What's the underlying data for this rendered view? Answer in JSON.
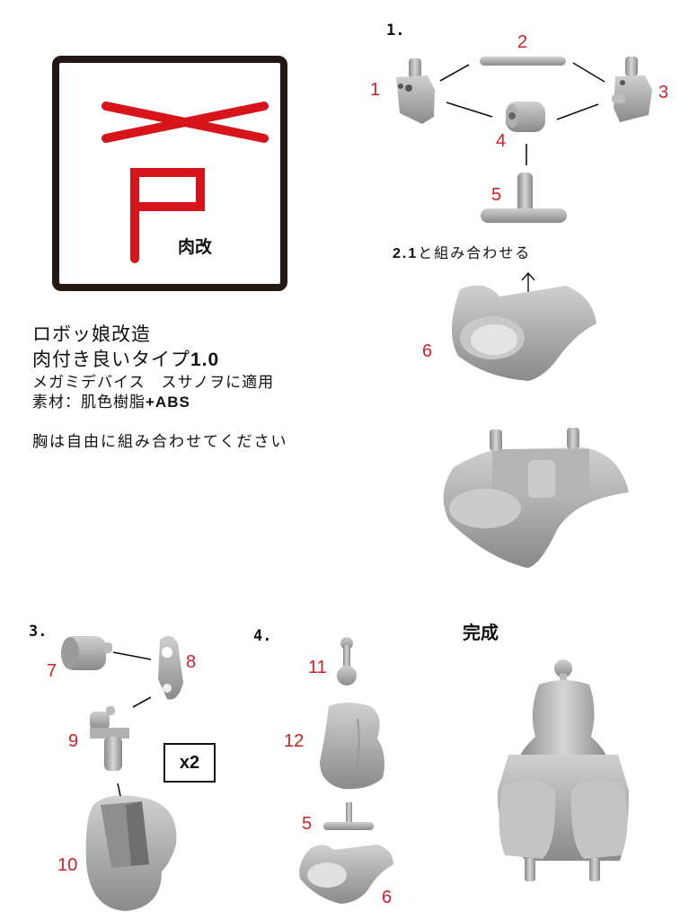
{
  "logo": {
    "mark": "P",
    "caption": "肉改",
    "colors": {
      "red": "#d7141a",
      "frame": "#231815"
    }
  },
  "info": {
    "line1": "ロボッ娘改造",
    "line2_text": "肉付き良いタイプ",
    "line2_version": "1.0",
    "line3": "メガミデバイス　スサノヲに適用",
    "line4_label": "素材：肌色樹脂",
    "line4_suffix": "+ABS",
    "line5": "胸は自由に組み合わせてください"
  },
  "steps": {
    "step1": {
      "label": "1.",
      "parts": [
        "1",
        "2",
        "3",
        "4",
        "5"
      ],
      "combine_prefix": "2.1",
      "combine_text": "と組み合わせる",
      "arrow": "↑",
      "part6_label": "6"
    },
    "step3": {
      "label": "3.",
      "parts": [
        "7",
        "8",
        "9",
        "10"
      ],
      "quantity": "x2"
    },
    "step4": {
      "label": "4.",
      "parts": [
        "11",
        "12",
        "5",
        "6"
      ]
    },
    "complete": {
      "label": "完成"
    }
  },
  "colors": {
    "part_number": "#d01f26",
    "part_gray": "#a8a8a8"
  }
}
